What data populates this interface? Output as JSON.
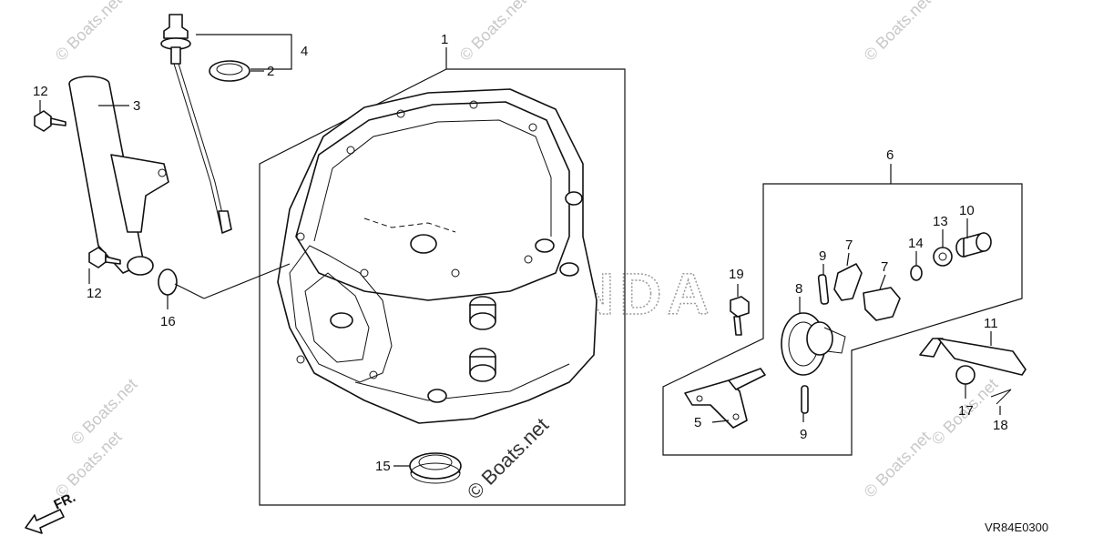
{
  "callouts": {
    "p1": "1",
    "p2": "2",
    "p3": "3",
    "p4": "4",
    "p5": "5",
    "p6": "6",
    "p7a": "7",
    "p7b": "7",
    "p8": "8",
    "p9a": "9",
    "p9b": "9",
    "p10": "10",
    "p11": "11",
    "p12a": "12",
    "p12b": "12",
    "p13": "13",
    "p14": "14",
    "p15": "15",
    "p16": "16",
    "p17": "17",
    "p18": "18",
    "p19": "19"
  },
  "watermarks": {
    "corner": "© Boats.net",
    "center": "© Boats.net",
    "brand": "HONDA"
  },
  "direction_label": "FR.",
  "diagram_code": "VR84E0300"
}
